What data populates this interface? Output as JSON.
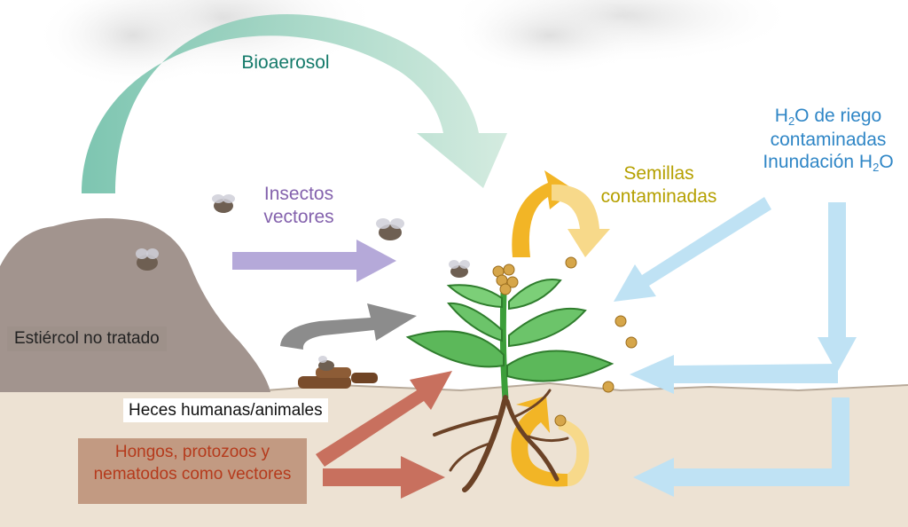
{
  "labels": {
    "bioaerosol": "Bioaerosol",
    "insects_1": "Insectos",
    "insects_2": "vectores",
    "seeds_1": "Semillas",
    "seeds_2": "contaminadas",
    "h2o_line1_a": "H",
    "h2o_line1_sub": "2",
    "h2o_line1_b": "O de riego",
    "h2o_line2": "contaminadas",
    "h2o_line3_a": "Inundación H",
    "h2o_line3_sub": "2",
    "h2o_line3_b": "O",
    "manure": "Estiércol no tratado",
    "feces": "Heces humanas/animales",
    "fungi_1": "Hongos, protozoos y",
    "fungi_2": "nematodos como vectores"
  },
  "colors": {
    "bioaerosol": "#147a6a",
    "insects": "#8462ad",
    "seeds": "#b5a000",
    "h2o": "#2f86c6",
    "fungi": "#b53a1c",
    "soil": "#ede2d3",
    "rock": "#a2948e"
  }
}
